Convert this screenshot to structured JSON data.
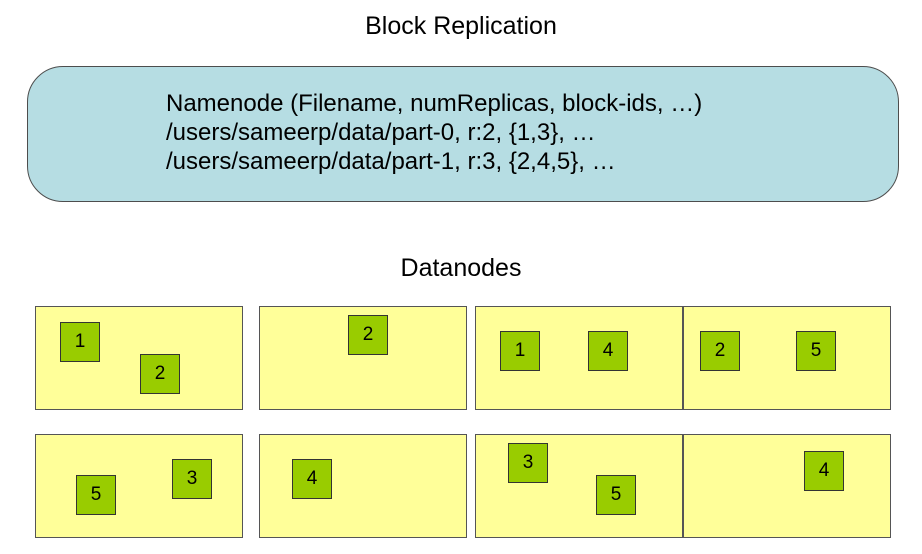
{
  "title": "Block Replication",
  "namenode": {
    "lines": [
      "Namenode (Filename, numReplicas, block-ids, …)",
      "/users/sameerp/data/part-0, r:2, {1,3}, …",
      "/users/sameerp/data/part-1, r:3, {2,4,5}, …"
    ],
    "fill_color": "#b6dde3"
  },
  "datanodes_label": "Datanodes",
  "datanodes": [
    {
      "blocks": [
        "1",
        "2"
      ]
    },
    {
      "blocks": [
        "2"
      ]
    },
    {
      "blocks": [
        "1",
        "4"
      ]
    },
    {
      "blocks": [
        "2",
        "5"
      ]
    },
    {
      "blocks": [
        "5",
        "3"
      ]
    },
    {
      "blocks": [
        "4"
      ]
    },
    {
      "blocks": [
        "3",
        "5"
      ]
    },
    {
      "blocks": [
        "4"
      ]
    }
  ],
  "colors": {
    "datanode_fill": "#ffff99",
    "block_fill": "#99cc00"
  }
}
